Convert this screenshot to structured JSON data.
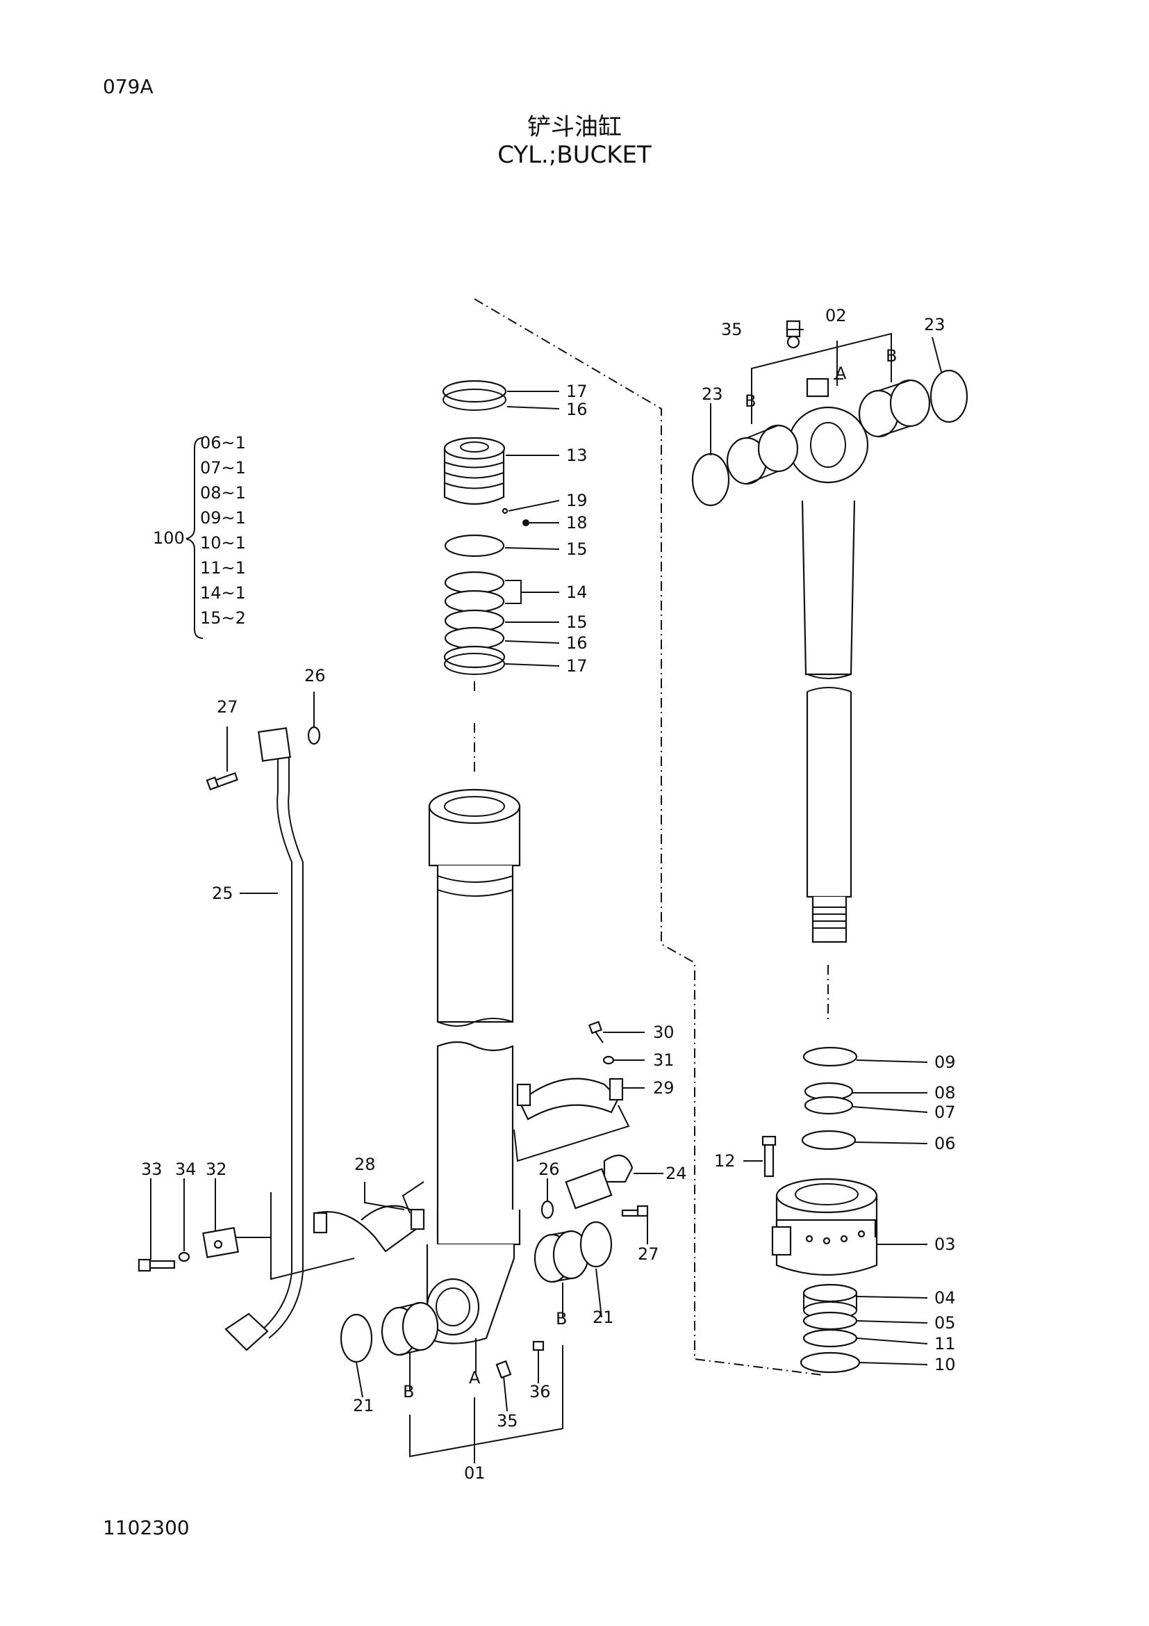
{
  "header": {
    "page_code": "079A",
    "title_cn": "铲斗油缸",
    "title_en": "CYL.;BUCKET"
  },
  "footer": {
    "doc_number": "1102300"
  },
  "kit": {
    "label": "100",
    "items": [
      "06~1",
      "07~1",
      "08~1",
      "09~1",
      "10~1",
      "11~1",
      "14~1",
      "15~2"
    ]
  },
  "callouts": {
    "c17a": "17",
    "c16a": "16",
    "c13": "13",
    "c19": "19",
    "c18": "18",
    "c15a": "15",
    "c14": "14",
    "c15b": "15",
    "c16b": "16",
    "c17b": "17",
    "c26a": "26",
    "c27a": "27",
    "c25": "25",
    "c35a": "35",
    "c02": "02",
    "c23a": "23",
    "c23b": "23",
    "cBa": "B",
    "cAa": "A",
    "cBb": "B",
    "c30": "30",
    "c31": "31",
    "c29": "29",
    "c28": "28",
    "c33": "33",
    "c34": "34",
    "c32": "32",
    "c26b": "26",
    "c24": "24",
    "c27b": "27",
    "c21a": "21",
    "c21b": "21",
    "cBc": "B",
    "cBd": "B",
    "cAb": "A",
    "c36": "36",
    "c35b": "35",
    "c01": "01",
    "c09": "09",
    "c08": "08",
    "c07": "07",
    "c06": "06",
    "c12": "12",
    "c03": "03",
    "c04": "04",
    "c05": "05",
    "c11": "11",
    "c10": "10"
  }
}
